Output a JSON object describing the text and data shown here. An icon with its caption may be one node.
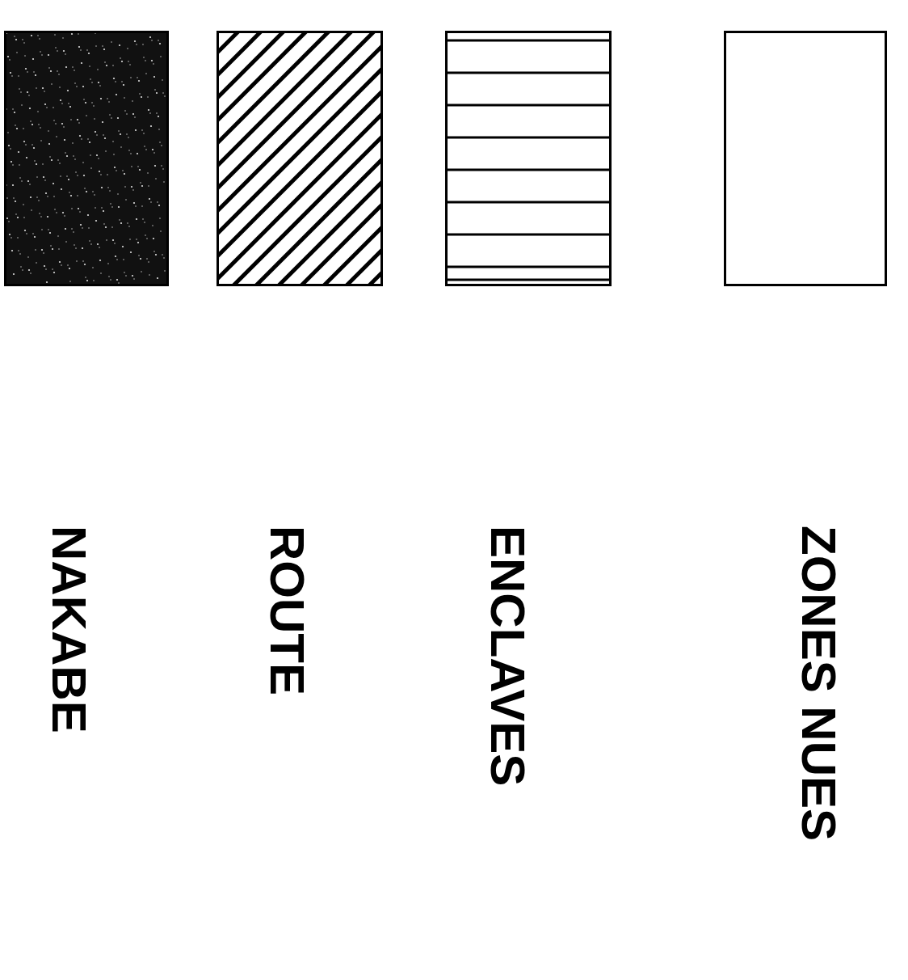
{
  "diagram": {
    "legend": [
      {
        "text": "NAKABE"
      },
      {
        "text": "ROUTE"
      },
      {
        "text": "ENCLAVES"
      },
      {
        "text": "ZONES NUES"
      }
    ]
  }
}
